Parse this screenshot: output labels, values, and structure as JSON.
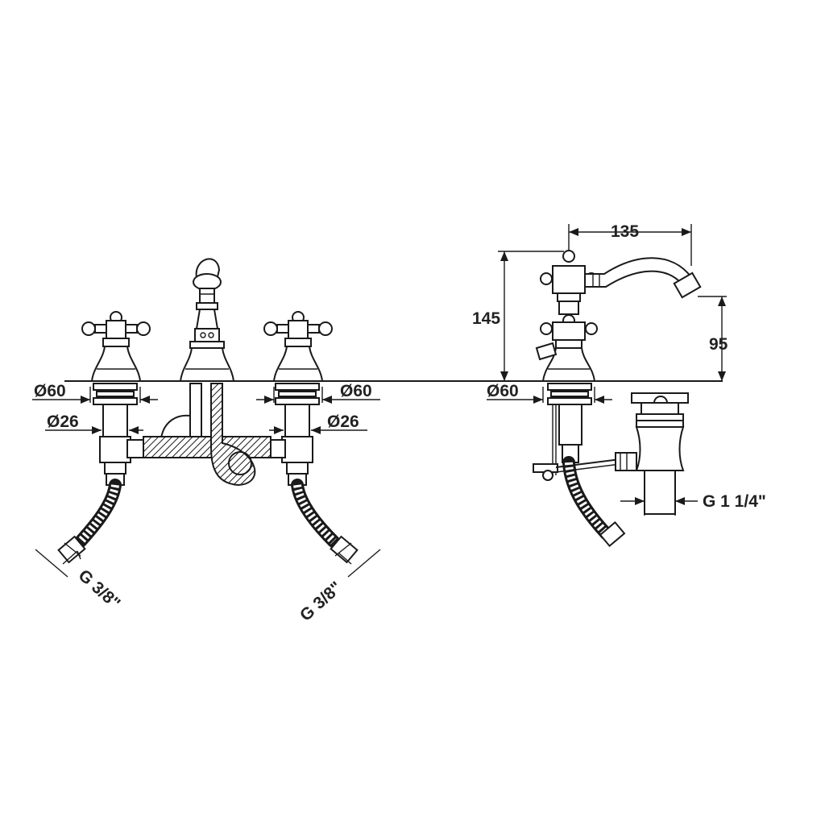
{
  "drawing": {
    "front_view": {
      "left_diameter_top": "Ø60",
      "left_diameter_bottom": "Ø26",
      "right_diameter_top": "Ø60",
      "right_diameter_bottom": "Ø26",
      "left_thread": "G 3/8\"",
      "right_thread": "G 3/8\""
    },
    "side_view": {
      "spout_reach": "135",
      "total_height": "145",
      "spout_height": "95",
      "base_diameter": "Ø60",
      "waste_thread": "G 1 1/4\""
    }
  }
}
